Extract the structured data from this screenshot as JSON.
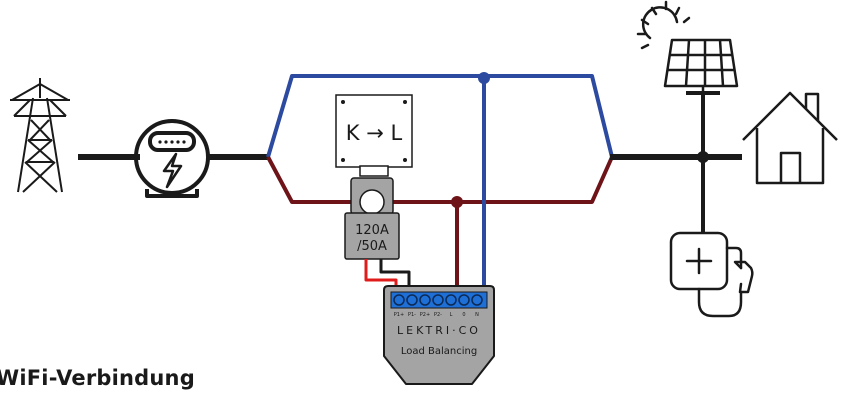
{
  "converter": {
    "label": "K → L"
  },
  "ct_clamp": {
    "line1": "120A",
    "line2": "/50A"
  },
  "device": {
    "brand": "LEKTRI·CO",
    "model": "Load Balancing",
    "terminals": [
      "P1+",
      "P1-",
      "P2+",
      "P2-",
      "L",
      "0",
      "N"
    ]
  },
  "footer": {
    "title": "WiFi-Verbindung"
  },
  "colors": {
    "neutral_line": "#2c4aa0",
    "live_line": "#6e1418",
    "black": "#1a1a1a",
    "red_wire": "#e01b1b",
    "terminal_block": "#1e6fd6",
    "device_body": "#a4a4a4"
  },
  "icons": [
    "pylon-icon",
    "meter-icon",
    "solar-panel-icon",
    "sun-icon",
    "house-icon",
    "ev-charger-icon"
  ]
}
